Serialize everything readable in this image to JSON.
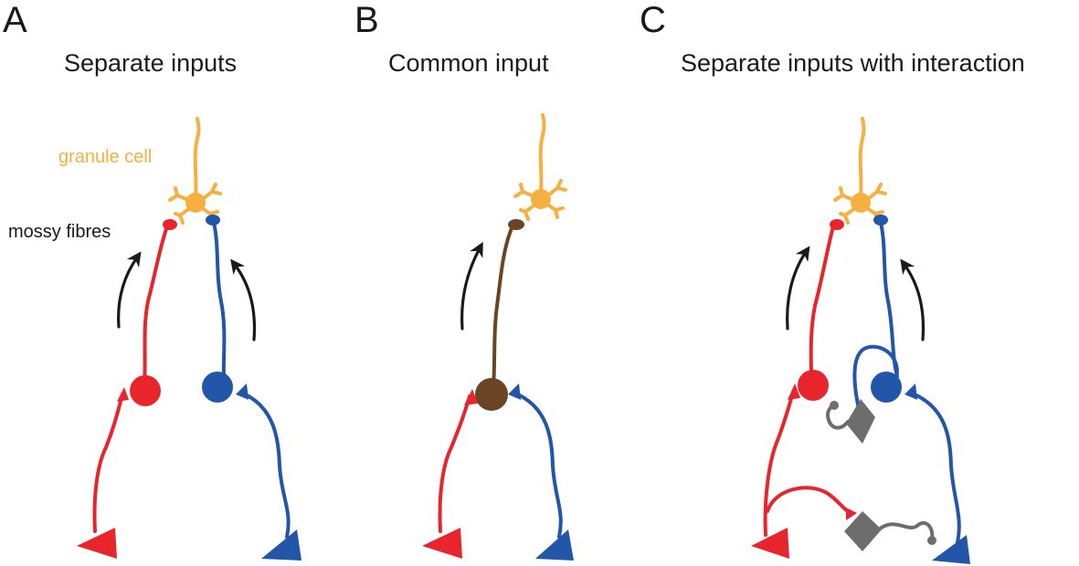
{
  "colors": {
    "red": "#e8242c",
    "blue": "#2256a8",
    "brown": "#6b4423",
    "granule": "#f5b041",
    "interneuron": "#6d6d6d",
    "arrow": "#1a1a1a",
    "text": "#1a1a1a"
  },
  "panels": [
    {
      "letter": "A",
      "title": "Separate inputs"
    },
    {
      "letter": "B",
      "title": "Common input"
    },
    {
      "letter": "C",
      "title": "Separate inputs with interaction"
    }
  ],
  "labels": {
    "granule_cell": "granule cell",
    "mossy_fibres": "mossy fibres"
  }
}
